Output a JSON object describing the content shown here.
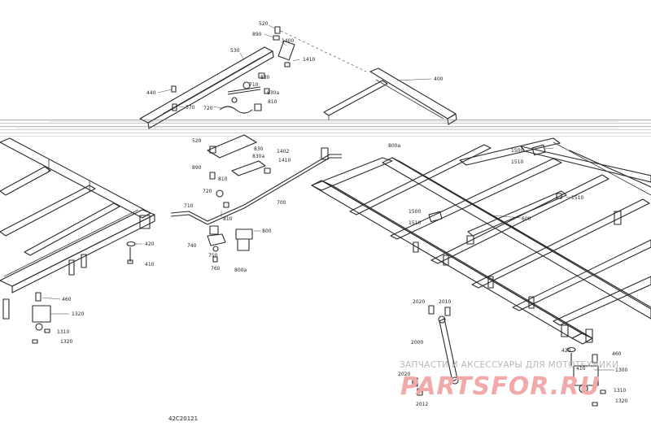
{
  "diagram_code": "42C20121",
  "watermark": {
    "subtitle": "ЗАПЧАСТИ И АКСЕССУАРЫ ДЛЯ МОТОТЕХНИКИ",
    "brand": "PARTSFOR.RU"
  },
  "part_numbers": [
    "520",
    "890",
    "1400",
    "1410",
    "530",
    "830",
    "710",
    "830a",
    "810",
    "440",
    "570",
    "720",
    "400",
    "520",
    "830",
    "830a",
    "1402",
    "1410",
    "890",
    "810",
    "720",
    "700",
    "710",
    "810",
    "740",
    "750",
    "760",
    "800",
    "800a",
    "800a",
    "1500",
    "1510",
    "1510",
    "1500",
    "1510",
    "600",
    "420",
    "410",
    "460",
    "1320",
    "1310",
    "1320",
    "2020",
    "2010",
    "2000",
    "2020",
    "2012",
    "420",
    "410",
    "460",
    "1300",
    "1310",
    "1320"
  ]
}
